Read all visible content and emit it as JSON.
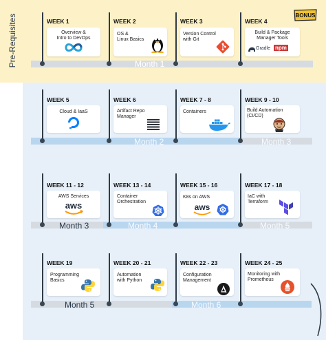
{
  "side_label": "Pre-Requisites",
  "bonus": "BONUS",
  "months": [
    "Month 1",
    "Month 2",
    "Month 3",
    "Month 3",
    "Month 4",
    "Month 5",
    "Month 5",
    "Month 6"
  ],
  "rows": [
    {
      "weeks": [
        {
          "title": "WEEK 1",
          "text": "Overview &\nIntro to DevOps",
          "icon": "devops-infinity-icon"
        },
        {
          "title": "WEEK 2",
          "text": "OS &\nLinux Basics",
          "icon": "linux-tux-icon"
        },
        {
          "title": "WEEK 3",
          "text": "Version Control\nwith Git",
          "icon": "git-icon"
        },
        {
          "title": "WEEK 4",
          "text": "Build & Package\nManager Tools",
          "icon": "gradle-npm-icon",
          "icon_text_1": "Gradle",
          "icon_text_2": "npm"
        }
      ]
    },
    {
      "weeks": [
        {
          "title": "WEEK 5",
          "text": "Cloud & IaaS",
          "icon": "digitalocean-icon"
        },
        {
          "title": "WEEK 6",
          "text": "Artifact Repo\nManager",
          "icon": "nexus-stack-icon"
        },
        {
          "title": "WEEK 7 - 8",
          "text": "Containers",
          "icon": "docker-whale-icon"
        },
        {
          "title": "WEEK 9 - 10",
          "text": "Build Automation\n(CI/CD)",
          "icon": "jenkins-icon"
        }
      ]
    },
    {
      "weeks": [
        {
          "title": "WEEK 11 - 12",
          "text": "AWS Services",
          "icon": "aws-icon",
          "icon_text_1": "aws"
        },
        {
          "title": "WEEK 13 - 14",
          "text": "Container\nOrchestration",
          "icon": "kubernetes-icon"
        },
        {
          "title": "WEEK 15 - 16",
          "text": "K8s on AWS",
          "icon": "aws-kubernetes-icon",
          "icon_text_1": "aws"
        },
        {
          "title": "WEEK 17 - 18",
          "text": "IaC with\nTerraform",
          "icon": "terraform-icon"
        }
      ]
    },
    {
      "weeks": [
        {
          "title": "WEEK 19",
          "text": "Programming\nBasics",
          "icon": "python-icon"
        },
        {
          "title": "WEEK 20 - 21",
          "text": "Automation\nwith Python",
          "icon": "python-icon"
        },
        {
          "title": "WEEK 22 - 23",
          "text": "Configuration\nManagement",
          "icon": "ansible-icon"
        },
        {
          "title": "WEEK 24 - 25",
          "text": "Monitoring with\nPrometheus",
          "icon": "prometheus-icon"
        }
      ]
    }
  ],
  "colors": {
    "prereq_band": "#fdf1c7",
    "main_band": "#e7f0f9",
    "bar_grey": "#d6dbe2",
    "bar_blue": "#b9d6ef"
  }
}
